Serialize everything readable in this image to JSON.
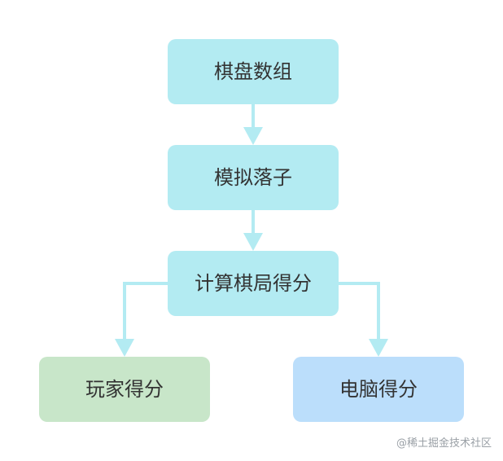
{
  "diagram": {
    "nodes": [
      {
        "id": "board",
        "label": "棋盘数组",
        "fill": "#b3ebf2"
      },
      {
        "id": "simulate",
        "label": "模拟落子",
        "fill": "#b3ebf2"
      },
      {
        "id": "score",
        "label": "计算棋局得分",
        "fill": "#b3ebf2"
      },
      {
        "id": "player",
        "label": "玩家得分",
        "fill": "#c8e6c9"
      },
      {
        "id": "computer",
        "label": "电脑得分",
        "fill": "#bbdefb"
      }
    ],
    "edges": [
      {
        "from": "board",
        "to": "simulate"
      },
      {
        "from": "simulate",
        "to": "score"
      },
      {
        "from": "score",
        "to": "player"
      },
      {
        "from": "score",
        "to": "computer"
      }
    ],
    "edge_color": "#b3ebf2"
  },
  "watermark": "@稀土掘金技术社区"
}
